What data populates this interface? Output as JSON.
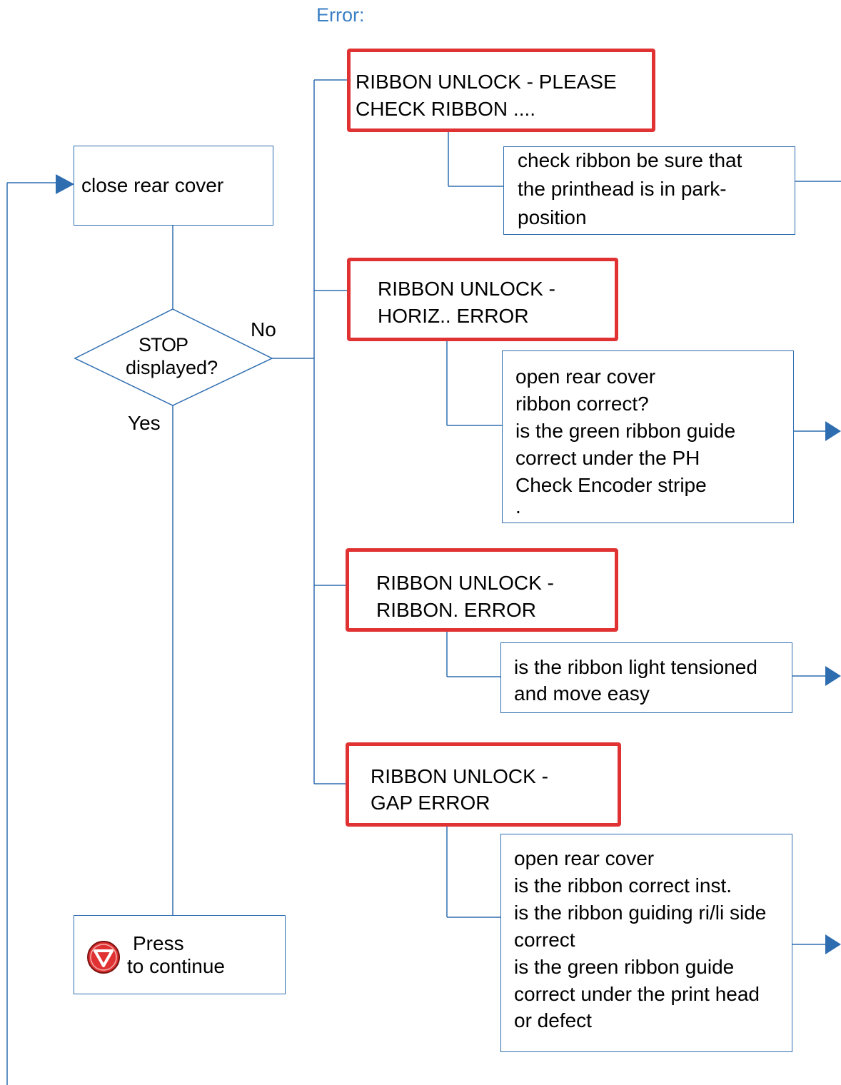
{
  "header": {
    "error_label": "Error:"
  },
  "flow": {
    "close_cover": "close rear cover",
    "decision": {
      "line1": "STOP",
      "line2": "displayed?",
      "no": "No",
      "yes": "Yes"
    },
    "press": {
      "line1": "Press",
      "line2": "to continue"
    }
  },
  "errors": [
    {
      "line1": "RIBBON UNLOCK - PLEASE",
      "line2": "CHECK RIBBON ....",
      "action": [
        "check ribbon be sure that",
        "the printhead is in park-",
        "position"
      ]
    },
    {
      "line1": "RIBBON UNLOCK -",
      "line2": "HORIZ.. ERROR",
      "action": [
        "open rear cover",
        "ribbon correct?",
        "is the green ribbon guide",
        "correct under the PH",
        "Check Encoder stripe",
        "."
      ]
    },
    {
      "line1": "RIBBON UNLOCK -",
      "line2": "RIBBON. ERROR",
      "action": [
        "is the ribbon light tensioned",
        "and move easy"
      ]
    },
    {
      "line1": "RIBBON UNLOCK -",
      "line2": "GAP ERROR",
      "action": [
        "open rear cover",
        "is the ribbon correct inst.",
        "is the ribbon guiding ri/li side",
        "correct",
        "is the green ribbon guide",
        "correct under the print head",
        "or defect"
      ]
    }
  ],
  "colors": {
    "line": "#2e6db0",
    "error_border": "#e03232",
    "error_label": "#3b7fc4",
    "stop_icon": "#e03232"
  },
  "icons": {
    "stop": "stop-triangle-icon"
  }
}
